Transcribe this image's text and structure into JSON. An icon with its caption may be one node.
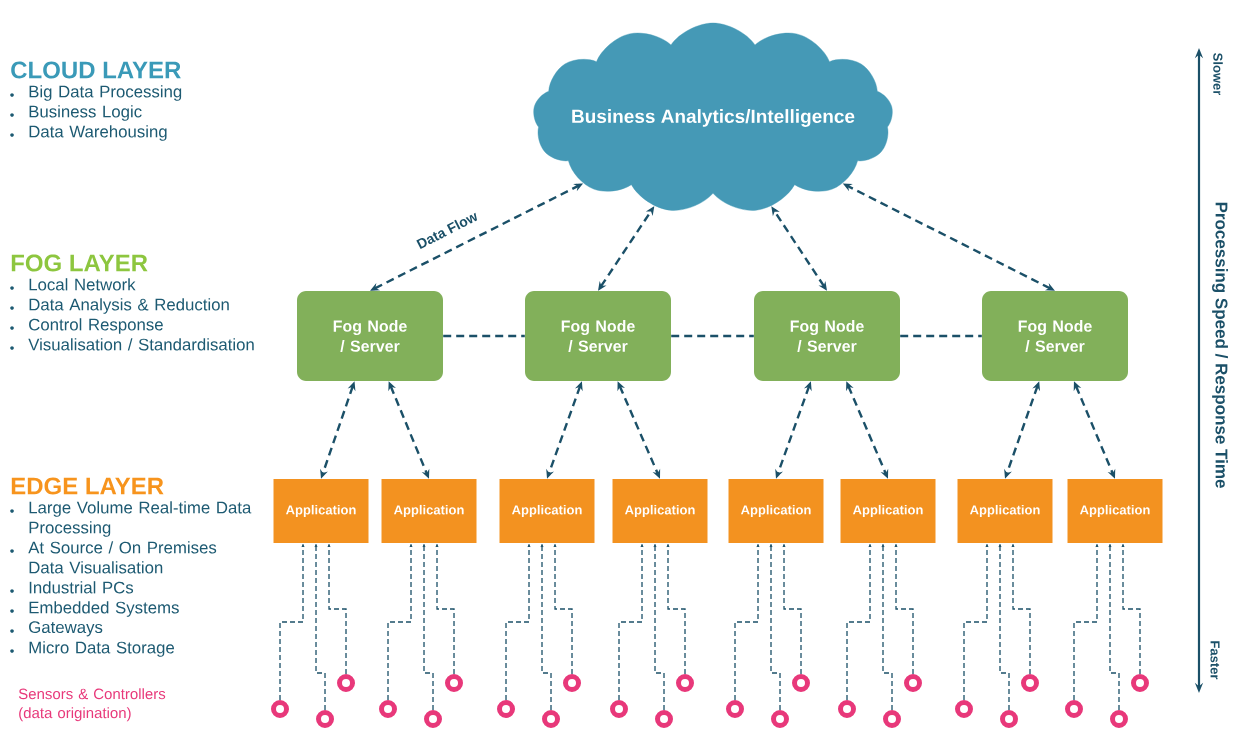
{
  "diagram": {
    "nodes": [
      {
        "text": [
          "Business Analytics/Intelligence"
        ]
      },
      {
        "text": [
          "Fog Node / Server"
        ]
      },
      {
        "text": [
          "Fog Node / Server"
        ]
      },
      {
        "text": [
          "Fog Node / Server"
        ]
      },
      {
        "text": [
          "Fog Node / Server"
        ]
      },
      {
        "text": [
          "Application"
        ]
      },
      {
        "text": [
          "Application"
        ]
      },
      {
        "text": [
          "Application"
        ]
      },
      {
        "text": [
          "Application"
        ]
      },
      {
        "text": [
          "Application"
        ]
      },
      {
        "text": [
          "Application"
        ]
      },
      {
        "text": [
          "Application"
        ]
      },
      {
        "text": [
          "Application"
        ]
      },
      {
        "text": [],
        "shape": "circle"
      },
      {
        "text": [],
        "shape": "circle"
      },
      {
        "text": [],
        "shape": "circle"
      },
      {
        "text": [],
        "shape": "circle"
      },
      {
        "text": [],
        "shape": "circle"
      },
      {
        "text": [],
        "shape": "circle"
      },
      {
        "text": [],
        "shape": "circle"
      },
      {
        "text": [],
        "shape": "circle"
      },
      {
        "text": [],
        "shape": "circle"
      },
      {
        "text": [],
        "shape": "circle"
      },
      {
        "text": [],
        "shape": "circle"
      },
      {
        "text": [],
        "shape": "circle"
      },
      {
        "text": [],
        "shape": "circle"
      },
      {
        "text": [],
        "shape": "circle"
      },
      {
        "text": [],
        "shape": "circle"
      },
      {
        "text": [],
        "shape": "circle"
      },
      {
        "text": [],
        "shape": "circle"
      },
      {
        "text": [],
        "shape": "circle"
      },
      {
        "text": [],
        "shape": "circle"
      },
      {
        "text": [],
        "shape": "circle"
      },
      {
        "text": [],
        "shape": "circle"
      },
      {
        "text": [],
        "shape": "circle"
      },
      {
        "text": [],
        "shape": "circle"
      },
      {
        "text": [],
        "shape": "circle"
      }
    ],
    "edges": [
      {
        "from": 1,
        "to": 0,
        "arrow": "both",
        "label": "Data Flow",
        "style": "dashed"
      },
      {
        "from": 2,
        "to": 0,
        "arrow": "both",
        "style": "dashed"
      },
      {
        "from": 3,
        "to": 0,
        "arrow": "both",
        "style": "dashed"
      },
      {
        "from": 4,
        "to": 0,
        "arrow": "both",
        "style": "dashed"
      },
      {
        "from": 1,
        "to": 2,
        "arrow": "none",
        "style": "dashed"
      },
      {
        "from": 2,
        "to": 3,
        "arrow": "none",
        "style": "dashed"
      },
      {
        "from": 3,
        "to": 4,
        "arrow": "none",
        "style": "dashed"
      },
      {
        "from": 1,
        "to": 5,
        "arrow": "both",
        "style": "dashed"
      },
      {
        "from": 1,
        "to": 6,
        "arrow": "both",
        "style": "dashed"
      },
      {
        "from": 2,
        "to": 7,
        "arrow": "both",
        "style": "dashed"
      },
      {
        "from": 2,
        "to": 8,
        "arrow": "both",
        "style": "dashed"
      },
      {
        "from": 3,
        "to": 9,
        "arrow": "both",
        "style": "dashed"
      },
      {
        "from": 3,
        "to": 10,
        "arrow": "both",
        "style": "dashed"
      },
      {
        "from": 4,
        "to": 11,
        "arrow": "both",
        "style": "dashed"
      },
      {
        "from": 4,
        "to": 12,
        "arrow": "both",
        "style": "dashed"
      },
      {
        "from": 13,
        "to": 5,
        "arrow": "to",
        "style": "dashed"
      },
      {
        "from": 14,
        "to": 5,
        "arrow": "to",
        "style": "dashed"
      },
      {
        "from": 15,
        "to": 5,
        "arrow": "to",
        "style": "dashed"
      },
      {
        "from": 16,
        "to": 6,
        "arrow": "to",
        "style": "dashed"
      },
      {
        "from": 17,
        "to": 6,
        "arrow": "to",
        "style": "dashed"
      },
      {
        "from": 18,
        "to": 6,
        "arrow": "to",
        "style": "dashed"
      },
      {
        "from": 19,
        "to": 7,
        "arrow": "to",
        "style": "dashed"
      },
      {
        "from": 20,
        "to": 7,
        "arrow": "to",
        "style": "dashed"
      },
      {
        "from": 21,
        "to": 7,
        "arrow": "to",
        "style": "dashed"
      },
      {
        "from": 22,
        "to": 8,
        "arrow": "to",
        "style": "dashed"
      },
      {
        "from": 23,
        "to": 8,
        "arrow": "to",
        "style": "dashed"
      },
      {
        "from": 24,
        "to": 8,
        "arrow": "to",
        "style": "dashed"
      },
      {
        "from": 25,
        "to": 9,
        "arrow": "to",
        "style": "dashed"
      },
      {
        "from": 26,
        "to": 9,
        "arrow": "to",
        "style": "dashed"
      },
      {
        "from": 27,
        "to": 9,
        "arrow": "to",
        "style": "dashed"
      },
      {
        "from": 28,
        "to": 10,
        "arrow": "to",
        "style": "dashed"
      },
      {
        "from": 29,
        "to": 10,
        "arrow": "to",
        "style": "dashed"
      },
      {
        "from": 30,
        "to": 10,
        "arrow": "to",
        "style": "dashed"
      },
      {
        "from": 31,
        "to": 11,
        "arrow": "to",
        "style": "dashed"
      },
      {
        "from": 32,
        "to": 11,
        "arrow": "to",
        "style": "dashed"
      },
      {
        "from": 33,
        "to": 11,
        "arrow": "to",
        "style": "dashed"
      },
      {
        "from": 34,
        "to": 12,
        "arrow": "to",
        "style": "dashed"
      },
      {
        "from": 35,
        "to": 12,
        "arrow": "to",
        "style": "dashed"
      },
      {
        "from": 36,
        "to": 12,
        "arrow": "to",
        "style": "dashed"
      }
    ],
    "labels": [
      "CLOUD LAYER",
      "Big Data Processing",
      "Business Logic",
      "Data Warehousing",
      "FOG LAYER",
      "Local Network",
      "Data Analysis & Reduction",
      "Control Response",
      "Visualisation / Standardisation",
      "EDGE LAYER",
      "Large Volume Real-time Data Processing",
      "At Source / On Premises Data Visualisation",
      "Industrial PCs",
      "Embedded Systems",
      "Gateways",
      "Micro Data Storage",
      "Sensors & Controllers (data origination)",
      "Slower",
      "Processing Speed / Response Time",
      "Faster"
    ]
  }
}
